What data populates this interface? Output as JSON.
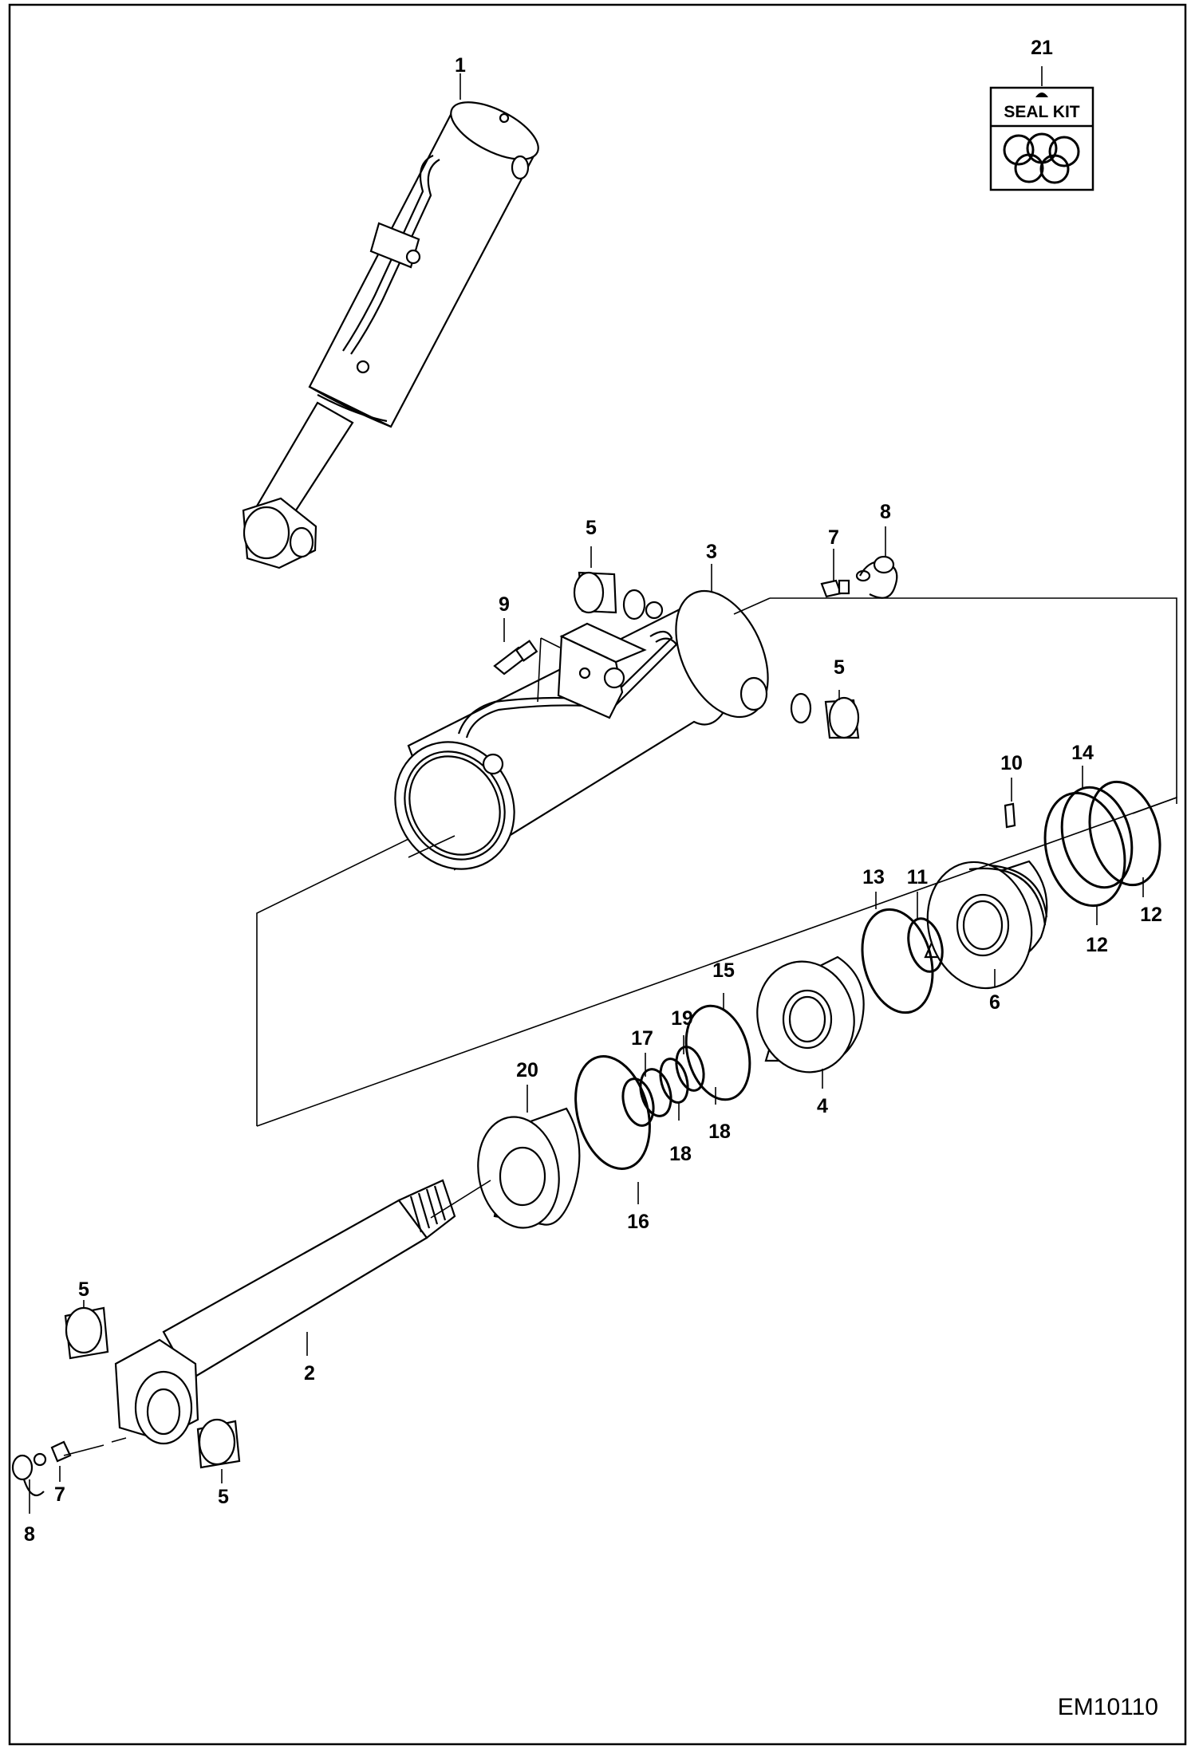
{
  "diagram": {
    "drawing_code": "EM10110",
    "seal_kit_label": "SEAL KIT",
    "callouts": {
      "c1": "1",
      "c2": "2",
      "c3": "3",
      "c4": "4",
      "c5a": "5",
      "c5b": "5",
      "c5c": "5",
      "c5d": "5",
      "c6": "6",
      "c7a": "7",
      "c7b": "7",
      "c8a": "8",
      "c8b": "8",
      "c9": "9",
      "c10": "10",
      "c11": "11",
      "c12a": "12",
      "c12b": "12",
      "c13": "13",
      "c14": "14",
      "c15": "15",
      "c16": "16",
      "c17": "17",
      "c18a": "18",
      "c18b": "18",
      "c19": "19",
      "c20": "20",
      "c21": "21"
    }
  }
}
